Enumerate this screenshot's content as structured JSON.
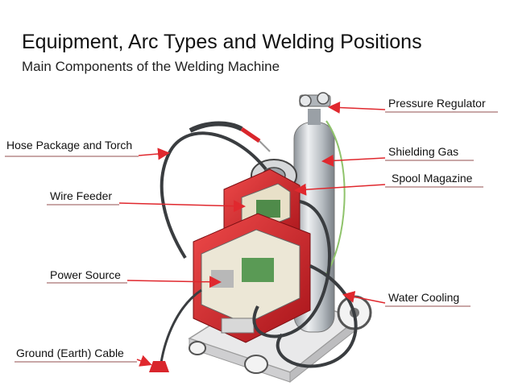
{
  "header": {
    "title": "Equipment, Arc Types and Welding Positions",
    "subtitle": "Main Components of the Welding Machine"
  },
  "labels": {
    "pressure_regulator": "Pressure Regulator",
    "shielding_gas": "Shielding Gas",
    "spool_magazine": "Spool Magazine",
    "water_cooling": "Water Cooling",
    "hose_package": "Hose Package and Torch",
    "wire_feeder": "Wire Feeder",
    "power_source": "Power Source",
    "ground_cable": "Ground (Earth) Cable"
  },
  "colors": {
    "machine_red": "#d9262c",
    "arrow_red": "#e0282e",
    "cylinder_silver": "#c8cdd2",
    "cable_dark": "#3a3d40",
    "label_underline": "#c9a7a7"
  }
}
